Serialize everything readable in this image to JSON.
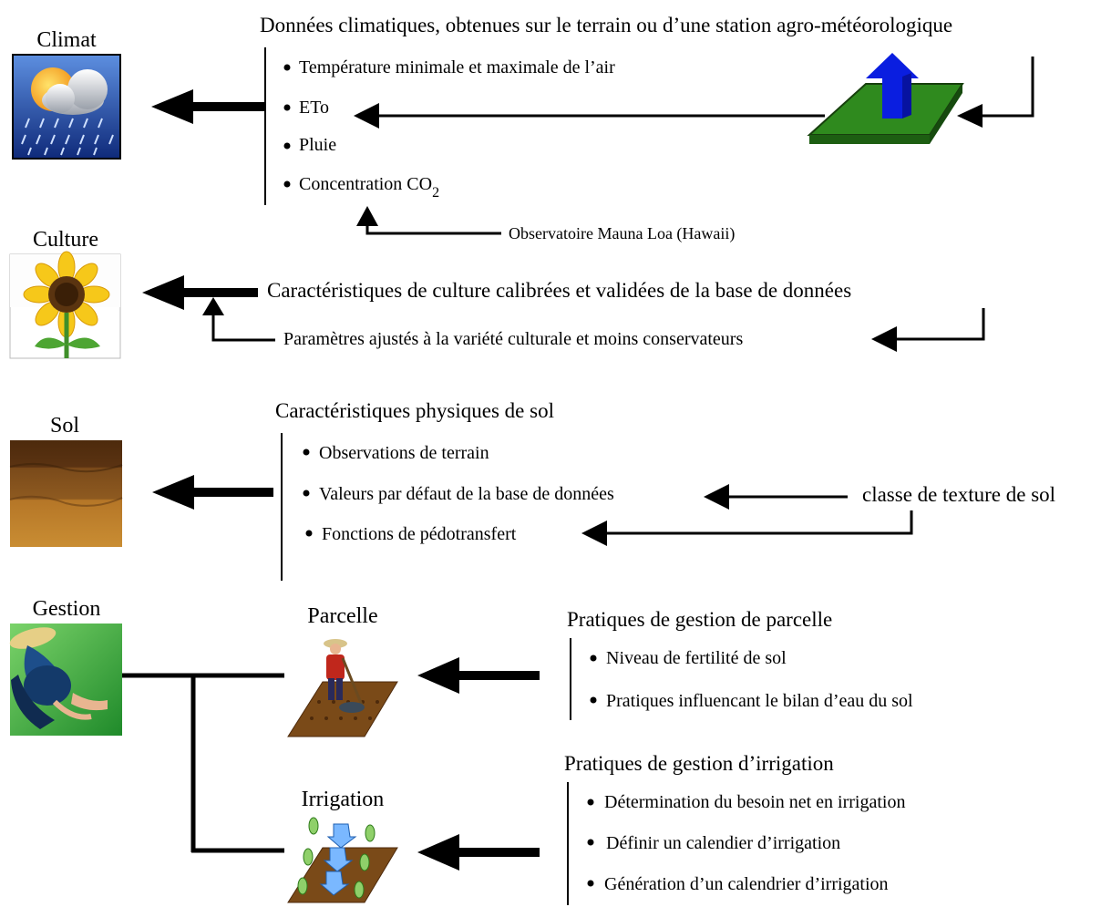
{
  "categories": {
    "climat": "Climat",
    "culture": "Culture",
    "sol": "Sol",
    "gestion": "Gestion"
  },
  "climat": {
    "header": "Données climatiques, obtenues sur le terrain ou d’une station agro-météorologique",
    "items": [
      "Température minimale et maximale de l’air",
      "ETo",
      "Pluie",
      "Concentration CO"
    ],
    "co2_subscript": "2",
    "observatory": "Observatoire Mauna Loa (Hawaii)"
  },
  "culture": {
    "main": "Caractéristiques de culture calibrées et validées de la base de données",
    "adjusted": "Paramètres ajustés à la variété culturale et moins conservateurs"
  },
  "sol": {
    "header": "Caractéristiques physiques de sol",
    "items": [
      "Observations de terrain",
      "Valeurs par défaut de la base de données",
      "Fonctions de pédotransfert"
    ],
    "texture": "classe de texture de sol"
  },
  "gestion": {
    "parcelle_label": "Parcelle",
    "irrigation_label": "Irrigation",
    "parcelle_header": "Pratiques de gestion de parcelle",
    "parcelle_items": [
      "Niveau de fertilité de sol",
      "Pratiques influencant le bilan d’eau du sol"
    ],
    "irrigation_header": "Pratiques de gestion d’irrigation",
    "irrigation_items": [
      "Détermination du besoin net en irrigation",
      "Définir un calendier d’irrigation",
      "Génération d’un calendrier d’irrigation"
    ]
  },
  "icons": {
    "climat": "weather-sun-cloud-rain-icon",
    "culture": "sunflower-icon",
    "sol": "soil-layers-icon",
    "gestion": "farmer-planting-icon",
    "parcelle": "farmer-field-icon",
    "irrigation": "irrigation-field-icon",
    "station": "weather-station-platform-icon"
  },
  "colors": {
    "station_platform": "#2f8a1e",
    "station_arrow": "#0a1ee0",
    "weather_bg": "#16328f",
    "sunflower_petal": "#f6c81a",
    "soil_dark": "#6b3d14",
    "soil_light": "#c7862a",
    "field_brown": "#7a4a18"
  }
}
